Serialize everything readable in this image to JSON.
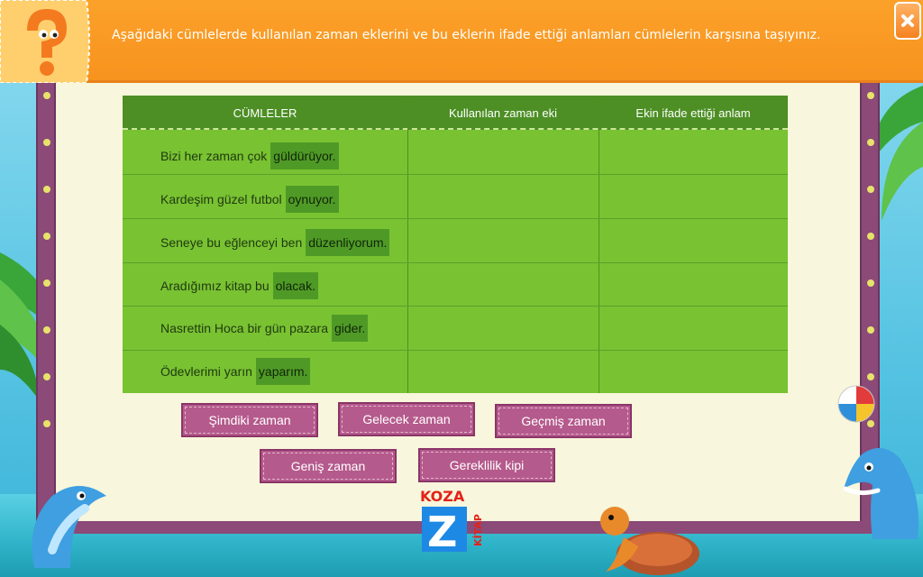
{
  "header": {
    "instruction": "Aşağıdaki cümlelerde kullanılan zaman eklerini ve bu eklerin ifade ettiği anlamları cümlelerin karşısına taşıyınız."
  },
  "table": {
    "columns": [
      "CÜMLELER",
      "Kullanılan zaman eki",
      "Ekin ifade ettiği anlam"
    ],
    "rows": [
      {
        "text": "Bizi her zaman çok",
        "suffix": "güldürüyor."
      },
      {
        "text": "Kardeşim güzel futbol",
        "suffix": "oynuyor."
      },
      {
        "text": "Seneye bu eğlenceyi ben",
        "suffix": "düzenliyorum."
      },
      {
        "text": "Aradığımız kitap bu",
        "suffix": "olacak."
      },
      {
        "text": "Nasrettin Hoca bir gün pazara",
        "suffix": "gider."
      },
      {
        "text": "Ödevlerimi yarın",
        "suffix": "yaparım."
      }
    ]
  },
  "options": [
    "Şimdiki zaman",
    "Gelecek zaman",
    "Geçmiş zaman",
    "Geniş zaman",
    "Gereklilik kipi"
  ],
  "logo": {
    "brand": "KOZA",
    "letter": "Z",
    "sub": "KİTAP"
  },
  "icons": {
    "close": "close-icon",
    "badge": "question-mark-icon",
    "ball": "beach-ball-icon"
  },
  "colors": {
    "header": "#f7931e",
    "table": "#79c232",
    "table_header": "#4d8f25",
    "chip": "#b55a8c",
    "board": "#f8f6dc",
    "post": "#8b4a78"
  }
}
